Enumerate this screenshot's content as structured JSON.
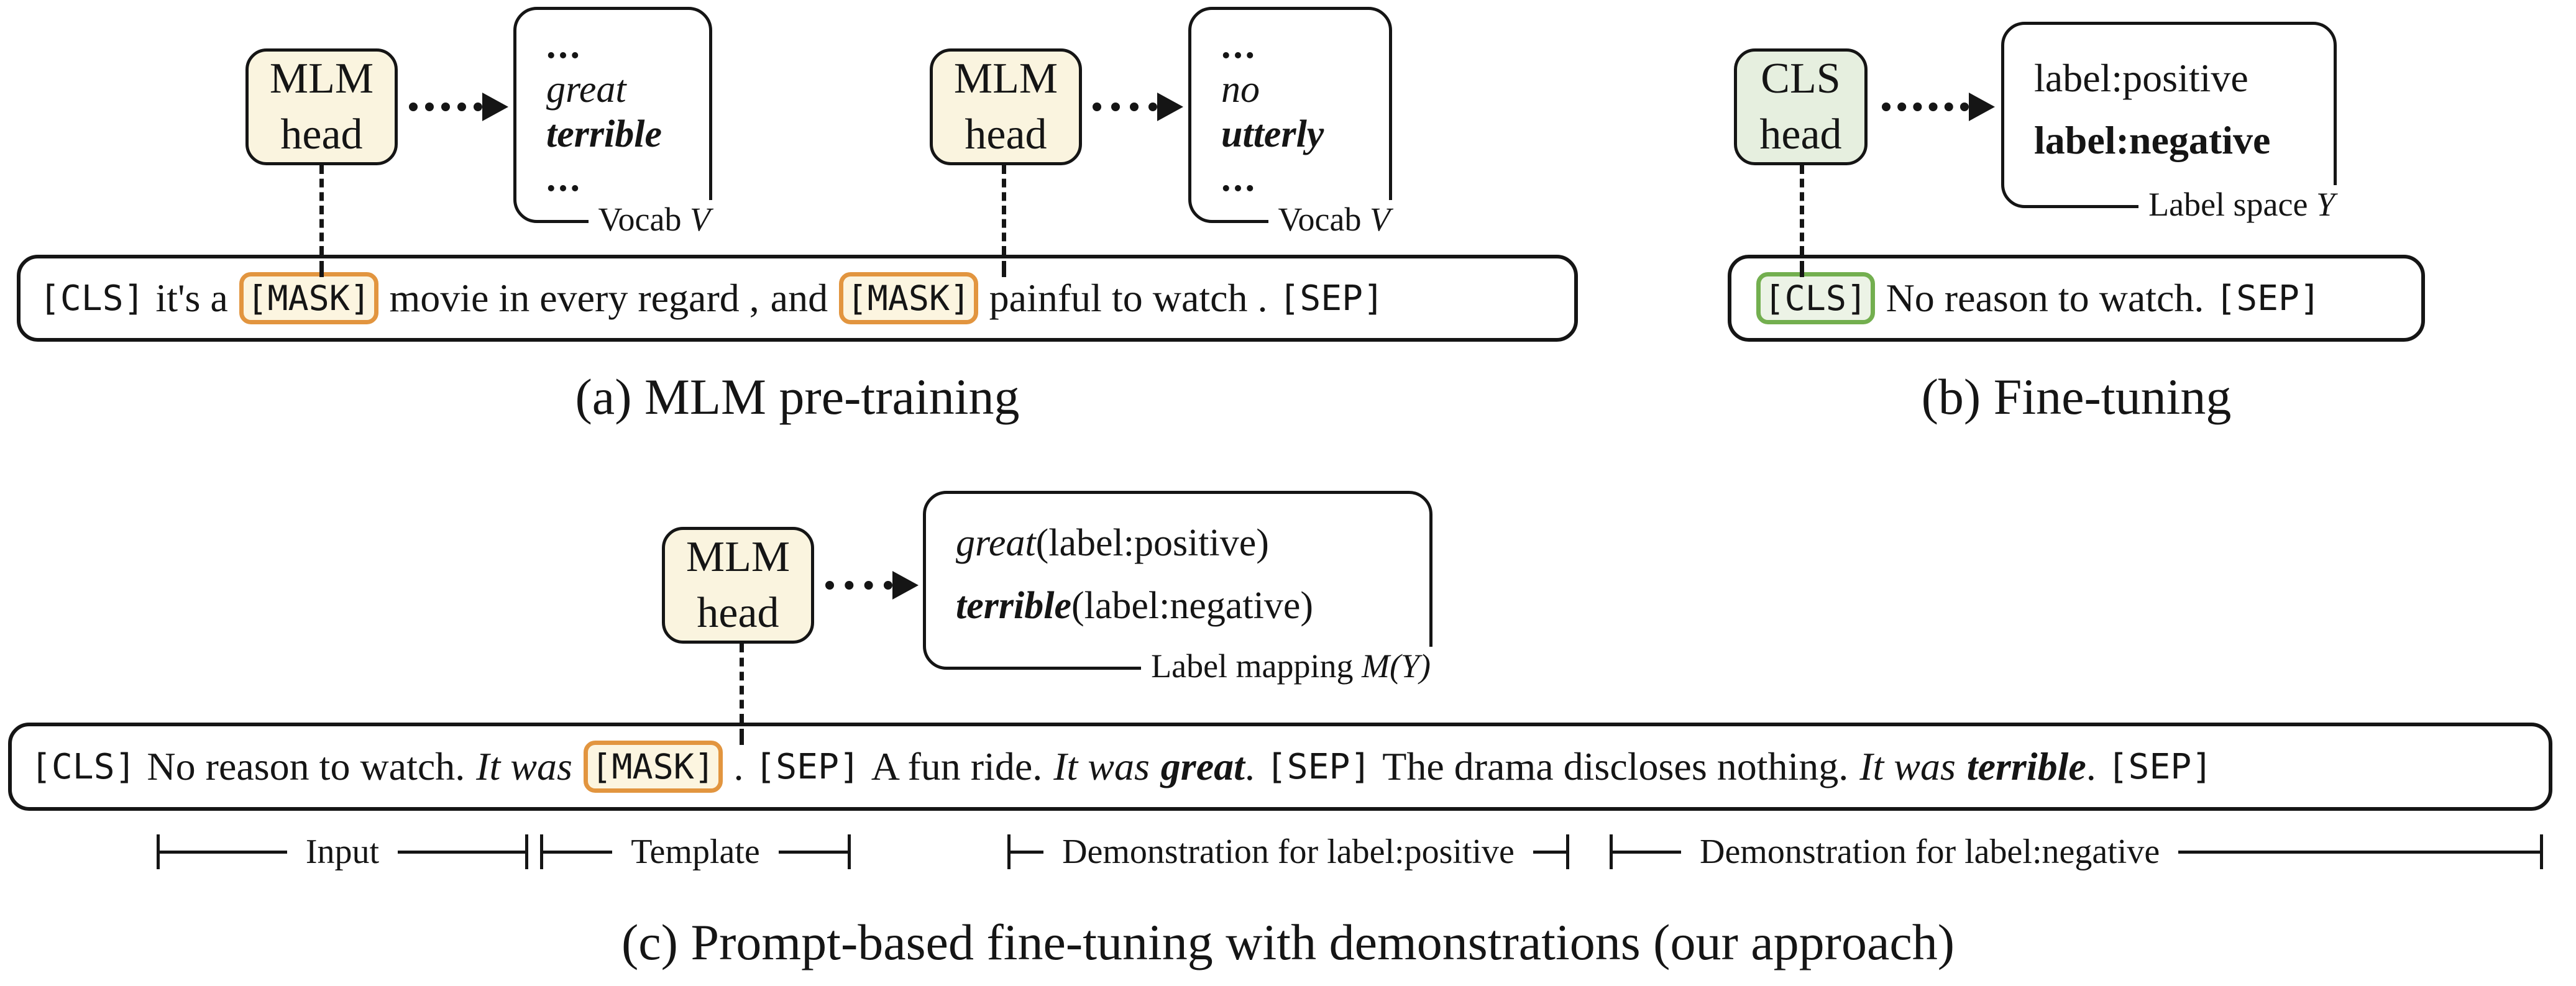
{
  "colors": {
    "head_cream": "#faf4df",
    "head_green": "#e6efdf",
    "mask_border": "#e2953f",
    "mask_fill": "#fcf5e0",
    "cls_border": "#73af4f",
    "cls_fill": "#ecf3e6",
    "ink": "#151515"
  },
  "panel_a": {
    "caption": "(a) MLM pre-training",
    "unit1": {
      "head": [
        "MLM",
        "head"
      ],
      "vocab_lines": [
        [
          {
            "t": "...",
            "s": "el"
          }
        ],
        [
          {
            "t": "great",
            "s": "i"
          }
        ],
        [
          {
            "t": "terrible",
            "s": "bi"
          }
        ],
        [
          {
            "t": "...",
            "s": "el"
          }
        ]
      ],
      "vocab_label": "Vocab",
      "vocab_symbol": "V"
    },
    "unit2": {
      "head": [
        "MLM",
        "head"
      ],
      "vocab_lines": [
        [
          {
            "t": "...",
            "s": "el"
          }
        ],
        [
          {
            "t": "no",
            "s": "i"
          }
        ],
        [
          {
            "t": "utterly",
            "s": "bi"
          }
        ],
        [
          {
            "t": "...",
            "s": "el"
          }
        ]
      ],
      "vocab_label": "Vocab",
      "vocab_symbol": "V"
    },
    "sentence": [
      {
        "t": "[CLS]",
        "s": "mono"
      },
      {
        "t": "it's a",
        "s": "r"
      },
      {
        "t": "[MASK]",
        "s": "mask"
      },
      {
        "t": "movie in every regard ,",
        "s": "r"
      },
      {
        "t": "and",
        "s": "r"
      },
      {
        "t": "[MASK]",
        "s": "mask"
      },
      {
        "t": "painful to watch .",
        "s": "r"
      },
      {
        "t": "[SEP]",
        "s": "mono"
      }
    ]
  },
  "panel_b": {
    "caption": "(b) Fine-tuning",
    "head": [
      "CLS",
      "head"
    ],
    "label_space_lines": [
      [
        {
          "t": "label:positive",
          "s": "r"
        }
      ],
      [
        {
          "t": "label:negative",
          "s": "b"
        }
      ]
    ],
    "label_space_label": "Label space",
    "label_space_symbol": "Y",
    "sentence": [
      {
        "t": "[CLS]",
        "s": "cls"
      },
      {
        "t": "No reason to watch.",
        "s": "r"
      },
      {
        "t": "[SEP]",
        "s": "mono"
      }
    ]
  },
  "panel_c": {
    "caption": "(c) Prompt-based fine-tuning with demonstrations (our approach)",
    "head": [
      "MLM",
      "head"
    ],
    "mapping_lines": [
      [
        {
          "t": "great",
          "s": "i"
        },
        {
          "t": " (label:positive)",
          "s": "r"
        }
      ],
      [
        {
          "t": "terrible",
          "s": "bi"
        },
        {
          "t": " (label:negative)",
          "s": "r"
        }
      ]
    ],
    "mapping_label": "Label mapping",
    "mapping_symbol": "M(Y)",
    "sentence": [
      {
        "t": "[CLS]",
        "s": "mono"
      },
      {
        "t": "No reason to watch.",
        "s": "r"
      },
      {
        "t": "It was",
        "s": "i"
      },
      {
        "t": "[MASK]",
        "s": "mask"
      },
      {
        "t": ".",
        "s": "r"
      },
      {
        "t": "[SEP]",
        "s": "mono"
      },
      {
        "t": "A fun ride.",
        "s": "r"
      },
      {
        "t": "It was",
        "s": "i"
      },
      {
        "t": "great",
        "s": "bi"
      },
      {
        "t": ".",
        "s": "r",
        "glue": true
      },
      {
        "t": "[SEP]",
        "s": "mono"
      },
      {
        "t": "The drama discloses nothing.",
        "s": "r"
      },
      {
        "t": "It was",
        "s": "i"
      },
      {
        "t": "terrible",
        "s": "bi"
      },
      {
        "t": ".",
        "s": "r",
        "glue": true
      },
      {
        "t": "[SEP]",
        "s": "mono"
      }
    ],
    "measures": [
      {
        "label": "Input"
      },
      {
        "label": "Template"
      },
      {
        "label": "Demonstration for label:positive"
      },
      {
        "label": "Demonstration for label:negative"
      }
    ]
  }
}
